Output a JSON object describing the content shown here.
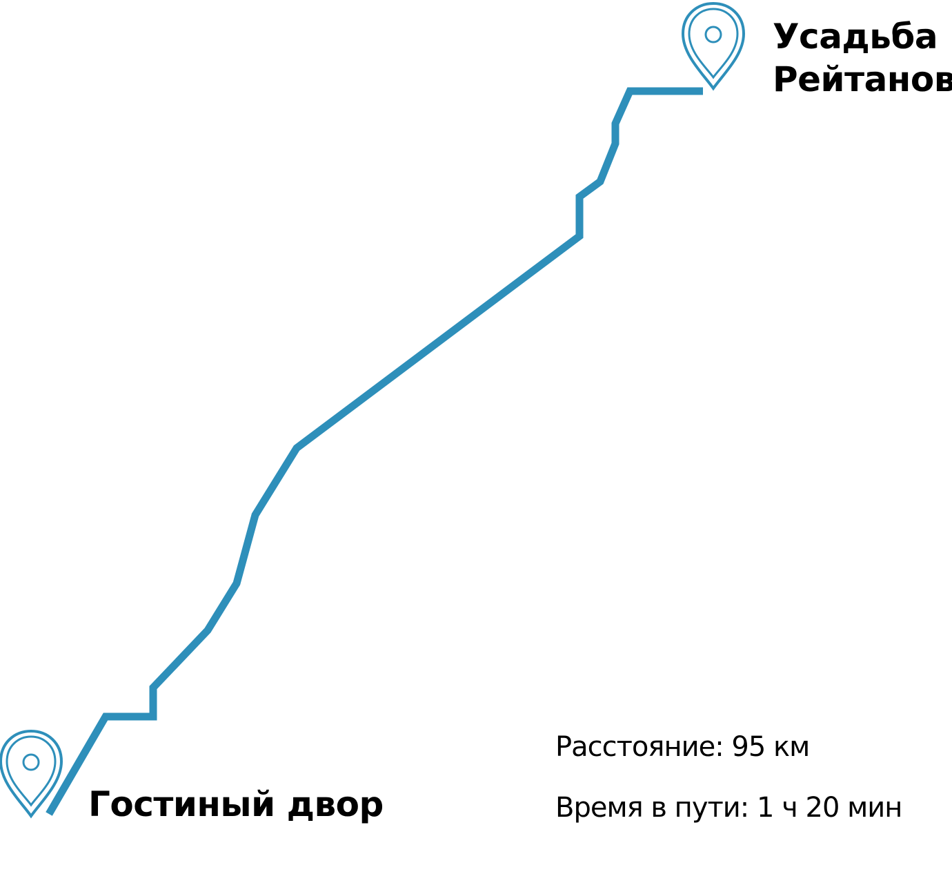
{
  "route": {
    "color": "#2e8fba",
    "origin": {
      "name": "Гостиный двор",
      "icon": "map-pin-icon"
    },
    "destination": {
      "name_line1": "Усадьба",
      "name_line2": "Рейтанов",
      "icon": "map-pin-icon"
    }
  },
  "info": {
    "distance": "Расстояние: 95 км",
    "time": "Время в пути: 1 ч 20 мин"
  }
}
